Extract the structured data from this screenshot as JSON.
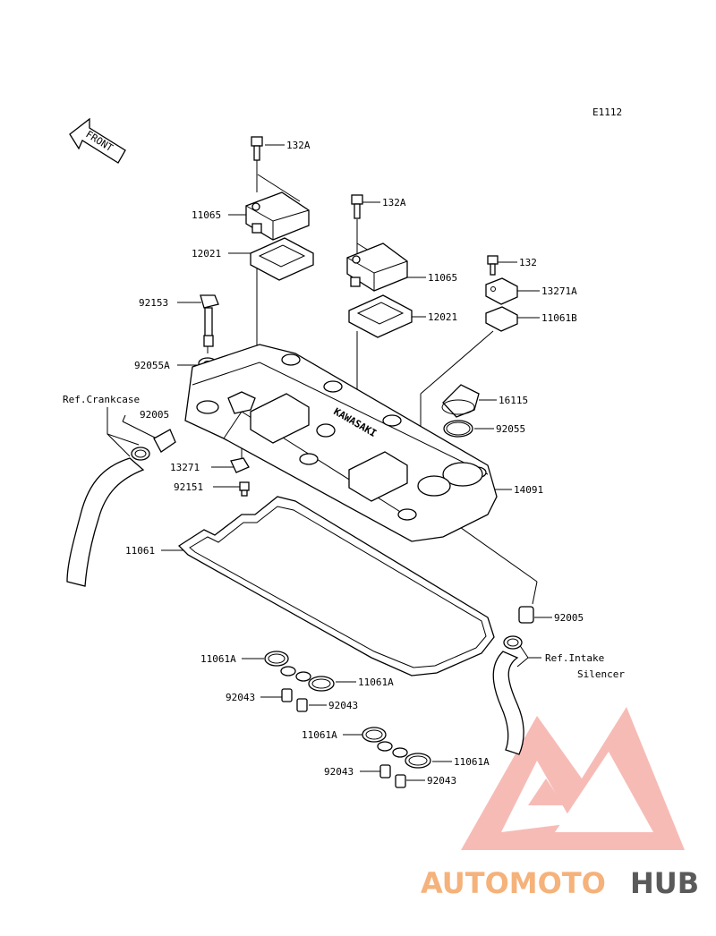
{
  "diagram_id": "E1112",
  "front_label": "FRONT",
  "cover_text": "KAWASAKI",
  "labels": {
    "l_132a_1": "132A",
    "l_132a_2": "132A",
    "l_132": "132",
    "l_11065_1": "11065",
    "l_11065_2": "11065",
    "l_12021_1": "12021",
    "l_12021_2": "12021",
    "l_13271a": "13271A",
    "l_11061b": "11061B",
    "l_92153": "92153",
    "l_92055a": "92055A",
    "l_16115": "16115",
    "l_92055": "92055",
    "l_ref_crankcase": "Ref.Crankcase",
    "l_92005_1": "92005",
    "l_92005_2": "92005",
    "l_13271": "13271",
    "l_92151": "92151",
    "l_14091": "14091",
    "l_11061": "11061",
    "l_ref_intake": "Ref.Intake",
    "l_silencer": "Silencer",
    "l_11061a_1": "11061A",
    "l_11061a_2": "11061A",
    "l_11061a_3": "11061A",
    "l_11061a_4": "11061A",
    "l_92043_1": "92043",
    "l_92043_2": "92043",
    "l_92043_3": "92043",
    "l_92043_4": "92043"
  },
  "watermark": {
    "part1": "AUTOMOTO",
    "part2": "HUB",
    "color_light": "#f4a6a0",
    "color_orange": "#f5b27a",
    "color_dark": "#5a5a5a"
  }
}
